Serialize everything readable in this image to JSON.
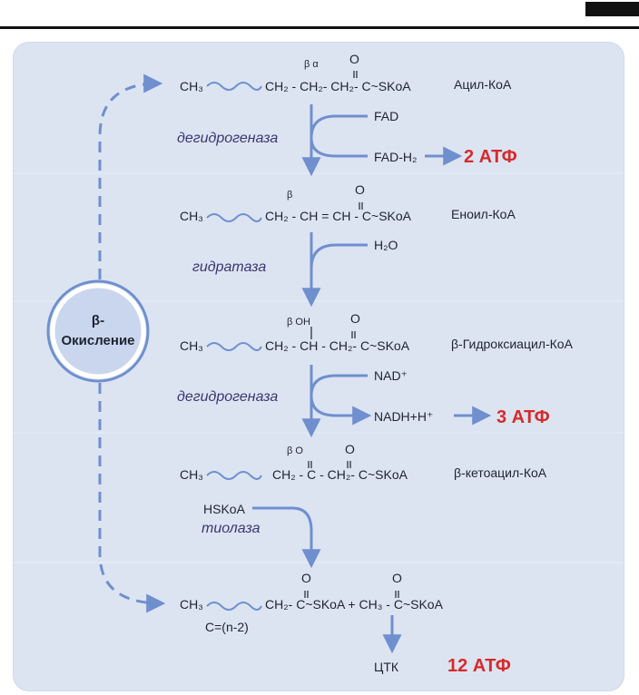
{
  "header_mark": "",
  "cycle_label": {
    "line1": "β-",
    "line2": "Окисление"
  },
  "rows": [
    {
      "formula": "CH₂ - CH₂- CH₂- C~SKoA",
      "markers": "β      α",
      "name": "Ацил-КоА"
    },
    {
      "formula": "CH₂ - CH = CH - C~SKoA",
      "markers": "β",
      "name": "Еноил-КоА"
    },
    {
      "formula": "CH₂ - CH - CH₂- C~SKoA",
      "markers": "β OH",
      "name": "β-Гидроксиацил-КоА"
    },
    {
      "formula": "CH₂ - C - CH₂- C~SKoA",
      "markers": "β O",
      "name": "β-кетоацил-КоА"
    },
    {
      "formula": "CH₂- C~SKoA + CH₃ - C~SKoA",
      "markers": "O",
      "name": ""
    }
  ],
  "common": {
    "ch3": "CH₃",
    "oxygen": "O",
    "chain_note": "C=(n-2)"
  },
  "steps": [
    {
      "enzyme": "дегидрогеназа",
      "in": "FAD",
      "out": "FAD-H₂",
      "atp": "2 АТФ"
    },
    {
      "enzyme": "гидратаза",
      "in": "H₂O",
      "out": "",
      "atp": ""
    },
    {
      "enzyme": "дегидрогеназа",
      "in": "NAD⁺",
      "out": "NADH+H⁺",
      "atp": "3 АТФ"
    },
    {
      "enzyme": "тиолаза",
      "in": "HSKoA",
      "out": "",
      "atp": ""
    }
  ],
  "final": {
    "target": "ЦТК",
    "atp": "12 АТФ"
  },
  "colors": {
    "arrow": "#6f8fcf",
    "atp": "#d62a2a",
    "enzyme": "#3a3670",
    "panel": "#dce4f2"
  }
}
